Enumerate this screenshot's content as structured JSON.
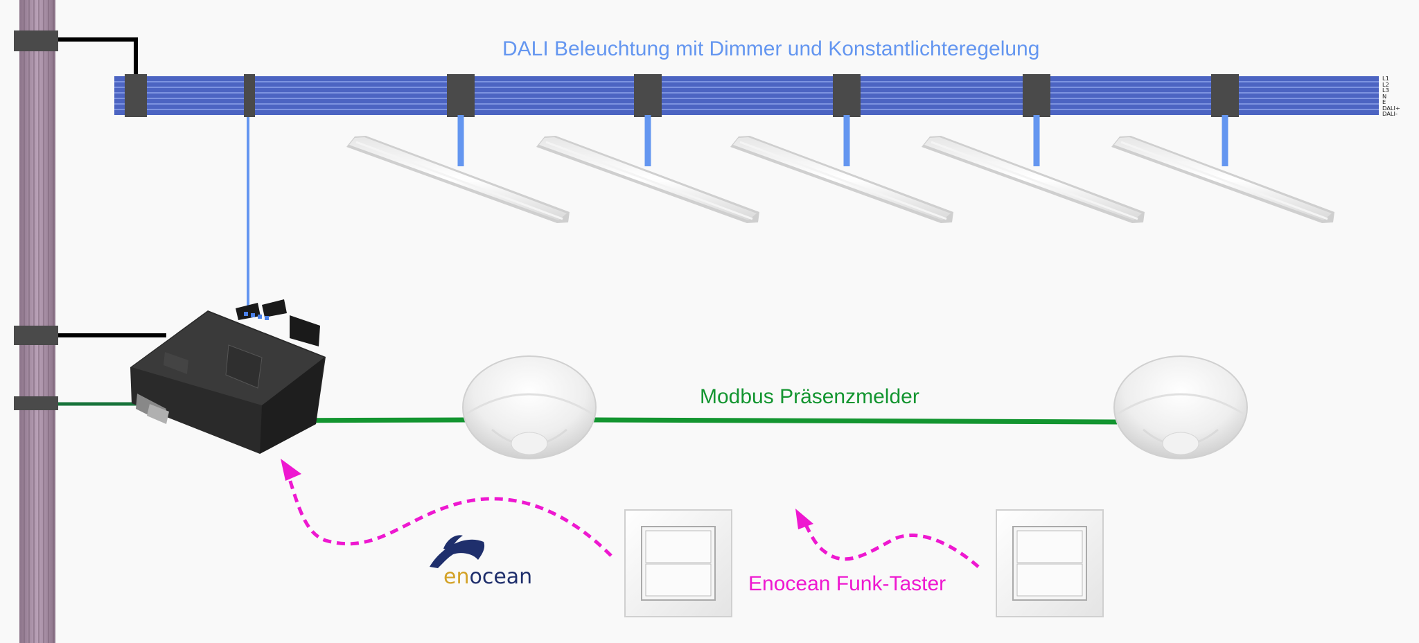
{
  "labels": {
    "dali_title": "DALI Beleuchtung mit Dimmer und Konstantlichteregelung",
    "modbus_title": "Modbus Präsenzmelder",
    "enocean_title": "Enocean Funk-Taster",
    "logo_en": "en",
    "logo_ocean": "ocean"
  },
  "bus_lines": [
    "L1",
    "L2",
    "L3",
    "N",
    "E",
    "DALI+",
    "DALI-"
  ],
  "colors": {
    "dali": "#6496f0",
    "modbus": "#139530",
    "enocean": "#ee18d0",
    "bus_bar": "#4c64c2",
    "pole": "#a48aa2",
    "clamp": "#4a4a4a",
    "logo_en": "#d3a227",
    "logo_ocean": "#1f2f6c"
  },
  "icons": [
    "dali-bus-bar",
    "dali-gateway-controller",
    "led-linear-luminaire",
    "ceiling-presence-detector",
    "enocean-wall-switch",
    "enocean-dolphin-logo",
    "radio-signal-arrow"
  ]
}
